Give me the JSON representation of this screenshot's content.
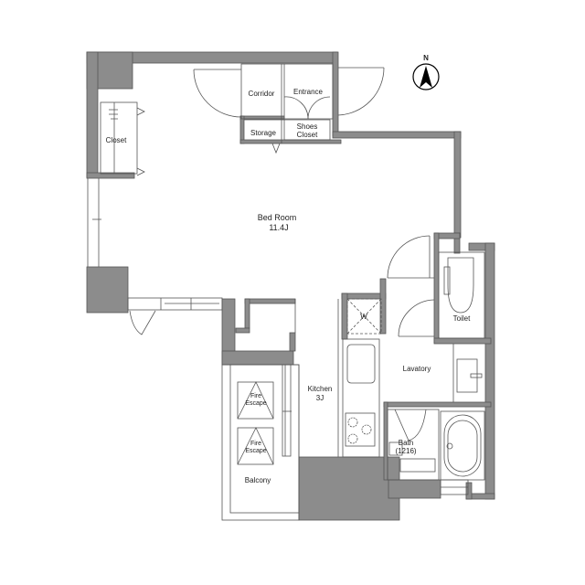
{
  "plan": {
    "wall_color": "#8c8c8c",
    "line_color": "#555555",
    "background": "#ffffff"
  },
  "compass": {
    "label": "N"
  },
  "rooms": {
    "bedroom": {
      "name": "Bed Room",
      "size": "11.4J"
    },
    "kitchen": {
      "name": "Kitchen",
      "size": "3J"
    },
    "closet": {
      "name": "Closet"
    },
    "corridor": {
      "name": "Corridor"
    },
    "entrance": {
      "name": "Entrance"
    },
    "storage": {
      "name": "Storage"
    },
    "shoes_closet": {
      "line1": "Shoes",
      "line2": "Closet"
    },
    "lavatory": {
      "name": "Lavatory"
    },
    "toilet": {
      "name": "Toilet"
    },
    "bath": {
      "name": "Bath",
      "size": "(1216)"
    },
    "balcony": {
      "name": "Balcony"
    },
    "washer": {
      "label": "W"
    },
    "fire_escape_1": {
      "line1": "Fire",
      "line2": "Escape"
    },
    "fire_escape_2": {
      "line1": "Fire",
      "line2": "Escape"
    }
  }
}
